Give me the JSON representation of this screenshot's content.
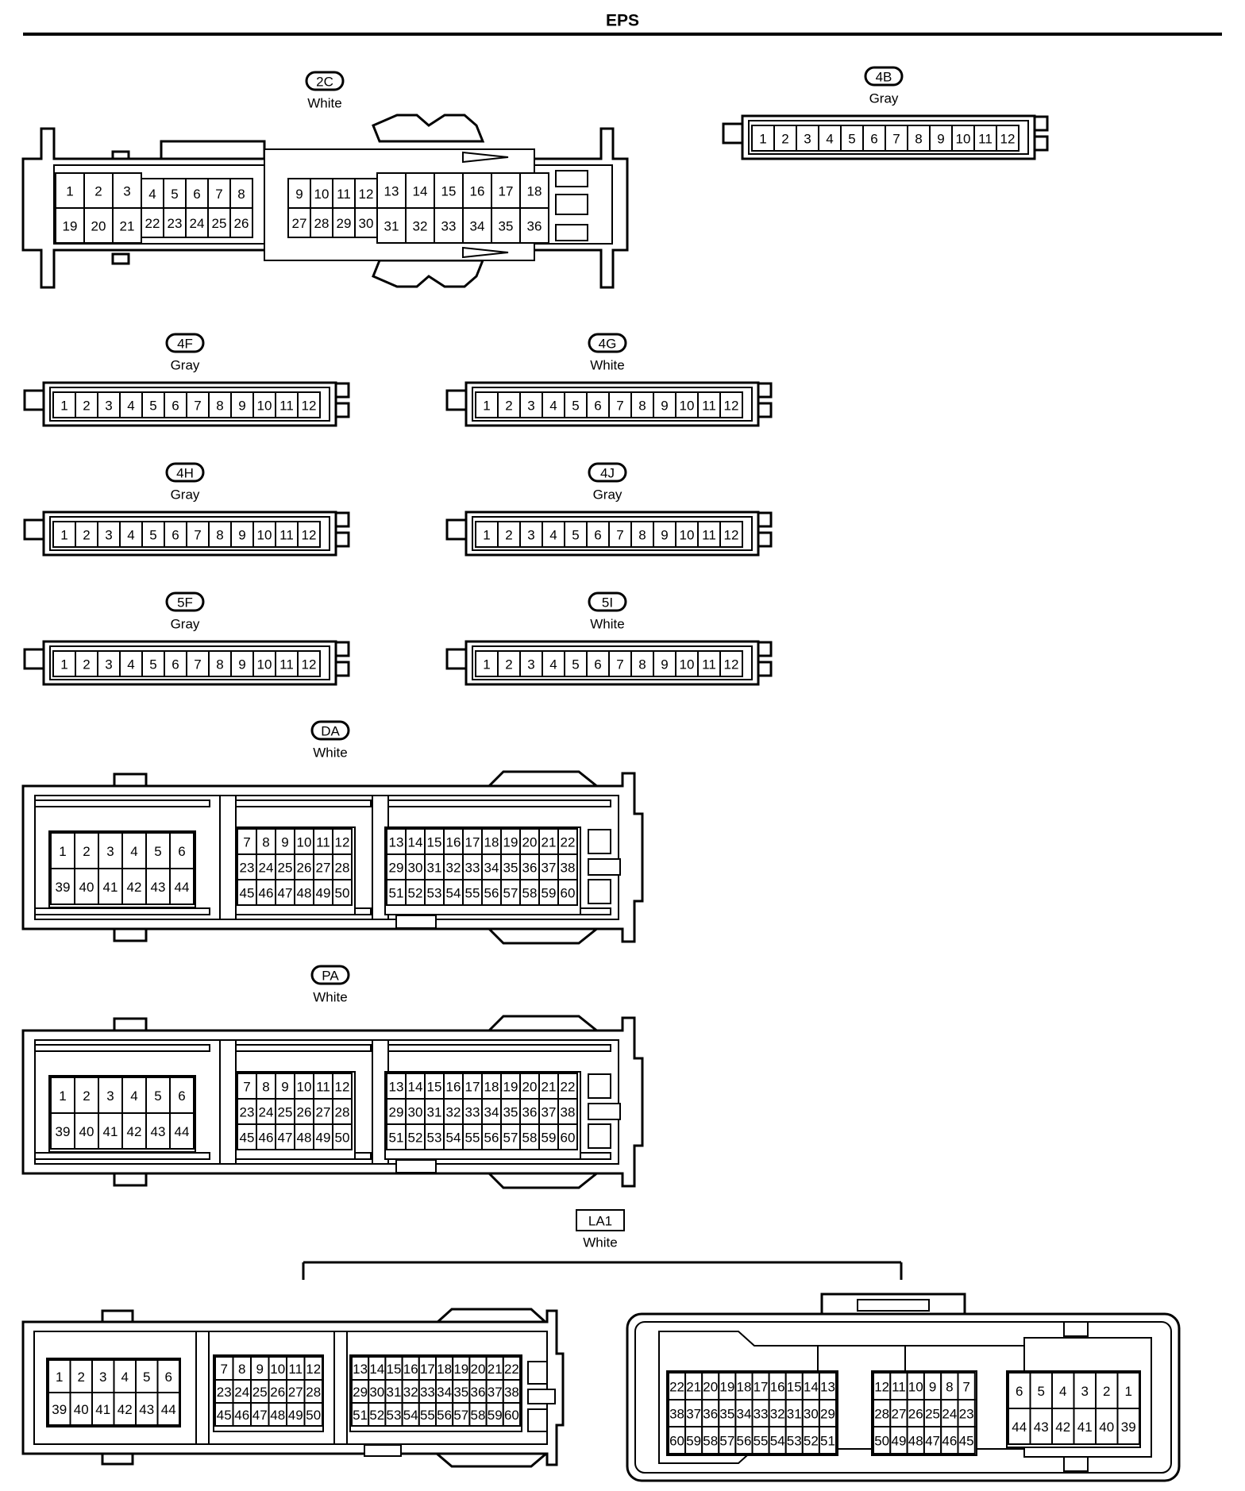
{
  "title": "EPS",
  "connectors": {
    "c2C": {
      "code": "2C",
      "color": "White",
      "pins_top": [
        "1",
        "2",
        "3",
        "4",
        "5",
        "6",
        "7",
        "8",
        "9",
        "10",
        "11",
        "12",
        "13",
        "14",
        "15",
        "16",
        "17",
        "18"
      ],
      "pins_bottom": [
        "19",
        "20",
        "21",
        "22",
        "23",
        "24",
        "25",
        "26",
        "27",
        "28",
        "29",
        "30",
        "31",
        "32",
        "33",
        "34",
        "35",
        "36"
      ]
    },
    "c4B": {
      "code": "4B",
      "color": "Gray",
      "pins": [
        "1",
        "2",
        "3",
        "4",
        "5",
        "6",
        "7",
        "8",
        "9",
        "10",
        "11",
        "12"
      ]
    },
    "c4F": {
      "code": "4F",
      "color": "Gray",
      "pins": [
        "1",
        "2",
        "3",
        "4",
        "5",
        "6",
        "7",
        "8",
        "9",
        "10",
        "11",
        "12"
      ]
    },
    "c4G": {
      "code": "4G",
      "color": "White",
      "pins": [
        "1",
        "2",
        "3",
        "4",
        "5",
        "6",
        "7",
        "8",
        "9",
        "10",
        "11",
        "12"
      ]
    },
    "c4H": {
      "code": "4H",
      "color": "Gray",
      "pins": [
        "1",
        "2",
        "3",
        "4",
        "5",
        "6",
        "7",
        "8",
        "9",
        "10",
        "11",
        "12"
      ]
    },
    "c4J": {
      "code": "4J",
      "color": "Gray",
      "pins": [
        "1",
        "2",
        "3",
        "4",
        "5",
        "6",
        "7",
        "8",
        "9",
        "10",
        "11",
        "12"
      ]
    },
    "c5F": {
      "code": "5F",
      "color": "Gray",
      "pins": [
        "1",
        "2",
        "3",
        "4",
        "5",
        "6",
        "7",
        "8",
        "9",
        "10",
        "11",
        "12"
      ]
    },
    "c5I": {
      "code": "5I",
      "color": "White",
      "pins": [
        "1",
        "2",
        "3",
        "4",
        "5",
        "6",
        "7",
        "8",
        "9",
        "10",
        "11",
        "12"
      ]
    },
    "cDA": {
      "code": "DA",
      "color": "White"
    },
    "cPA": {
      "code": "PA",
      "color": "White"
    },
    "cLA1": {
      "code": "LA1",
      "color": "White"
    },
    "ecu60": {
      "g1_top": [
        "1",
        "2",
        "3",
        "4",
        "5",
        "6"
      ],
      "g1_bot": [
        "39",
        "40",
        "41",
        "42",
        "43",
        "44"
      ],
      "g2_r1": [
        "7",
        "8",
        "9",
        "10",
        "11",
        "12"
      ],
      "g2_r2": [
        "23",
        "24",
        "25",
        "26",
        "27",
        "28"
      ],
      "g2_r3": [
        "45",
        "46",
        "47",
        "48",
        "49",
        "50"
      ],
      "g3_r1": [
        "13",
        "14",
        "15",
        "16",
        "17",
        "18",
        "19",
        "20",
        "21",
        "22"
      ],
      "g3_r2": [
        "29",
        "30",
        "31",
        "32",
        "33",
        "34",
        "35",
        "36",
        "37",
        "38"
      ],
      "g3_r3": [
        "51",
        "52",
        "53",
        "54",
        "55",
        "56",
        "57",
        "58",
        "59",
        "60"
      ]
    },
    "la1_female": {
      "g1_r1": [
        "22",
        "21",
        "20",
        "19",
        "18",
        "17",
        "16",
        "15",
        "14",
        "13"
      ],
      "g1_r2": [
        "38",
        "37",
        "36",
        "35",
        "34",
        "33",
        "32",
        "31",
        "30",
        "29"
      ],
      "g1_r3": [
        "60",
        "59",
        "58",
        "57",
        "56",
        "55",
        "54",
        "53",
        "52",
        "51"
      ],
      "g2_r1": [
        "12",
        "11",
        "10",
        "9",
        "8",
        "7"
      ],
      "g2_r2": [
        "28",
        "27",
        "26",
        "25",
        "24",
        "23"
      ],
      "g2_r3": [
        "50",
        "49",
        "48",
        "47",
        "46",
        "45"
      ],
      "g3_top": [
        "6",
        "5",
        "4",
        "3",
        "2",
        "1"
      ],
      "g3_bot": [
        "44",
        "43",
        "42",
        "41",
        "40",
        "39"
      ]
    }
  }
}
